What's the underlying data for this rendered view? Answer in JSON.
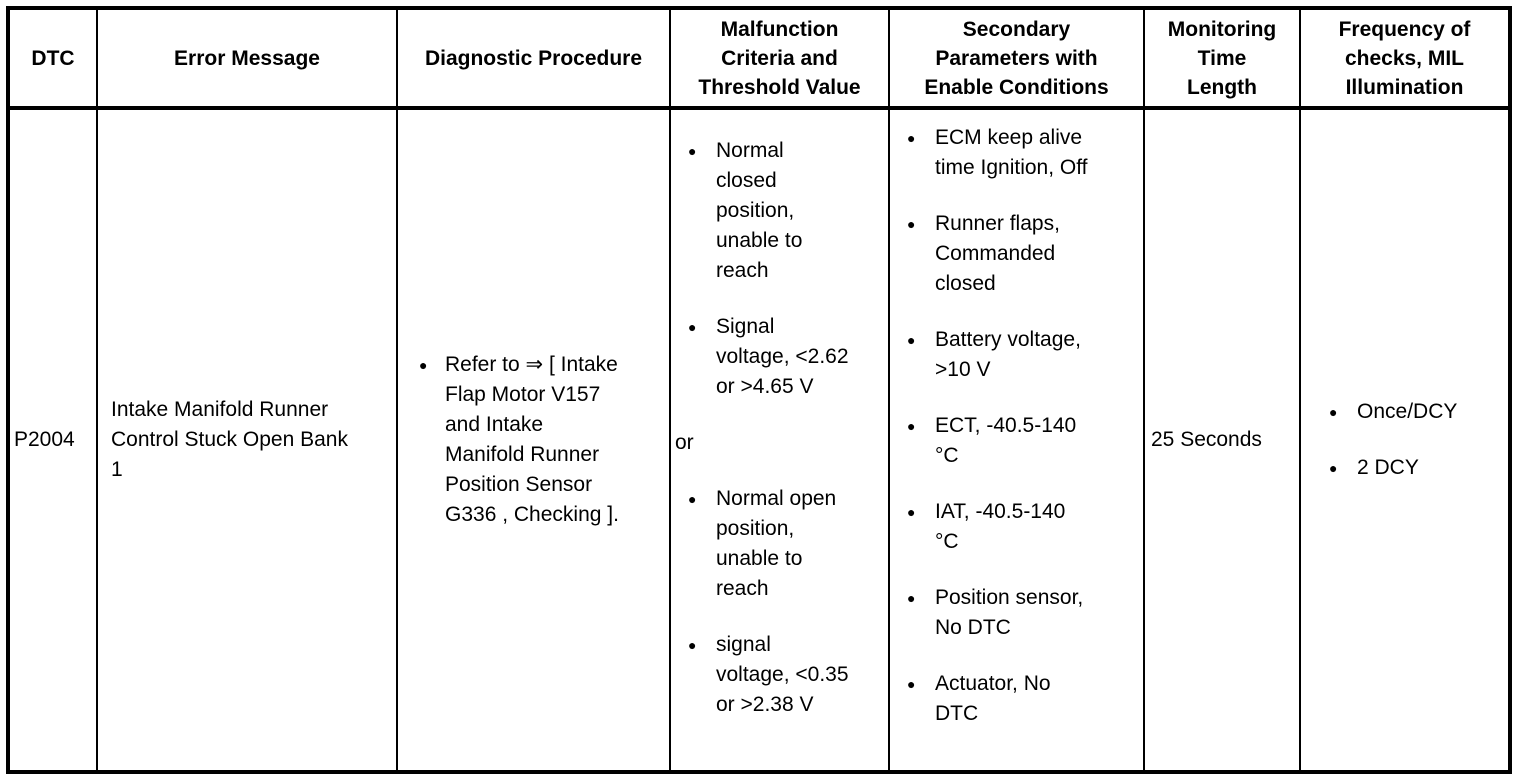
{
  "colors": {
    "background": "#ffffff",
    "text": "#000000",
    "border": "#000000"
  },
  "icons": {
    "bullet": "●"
  },
  "table": {
    "headers": [
      "DTC",
      "Error Message",
      "Diagnostic Procedure",
      "Malfunction\nCriteria and\nThreshold Value",
      "Secondary\nParameters with\nEnable Conditions",
      "Monitoring\nTime\nLength",
      "Frequency of\nchecks, MIL\nIllumination"
    ],
    "row": {
      "dtc": "P2004",
      "error_message": "Intake Manifold Runner\nControl Stuck Open Bank\n1",
      "diagnostic_procedure": [
        "Refer to ⇒ [ Intake\nFlap Motor V157\nand Intake\nManifold Runner\nPosition Sensor\nG336 , Checking ]."
      ],
      "malfunction_criteria": {
        "group1": [
          "Normal\nclosed\nposition,\nunable to\nreach",
          "Signal\nvoltage, <2.62\nor >4.65 V"
        ],
        "connector": "or",
        "group2": [
          "Normal open\nposition,\nunable to\nreach",
          "signal\nvoltage, <0.35\nor >2.38 V"
        ]
      },
      "secondary_parameters": [
        "ECM keep alive\ntime Ignition, Off",
        "Runner flaps,\nCommanded\nclosed",
        "Battery voltage,\n>10 V",
        "ECT, -40.5-140\n°C",
        "IAT, -40.5-140\n°C",
        "Position sensor,\nNo DTC",
        "Actuator, No\nDTC"
      ],
      "monitoring_time_length": "25 Seconds",
      "frequency_of_checks": [
        "Once/DCY",
        "2 DCY"
      ]
    }
  }
}
